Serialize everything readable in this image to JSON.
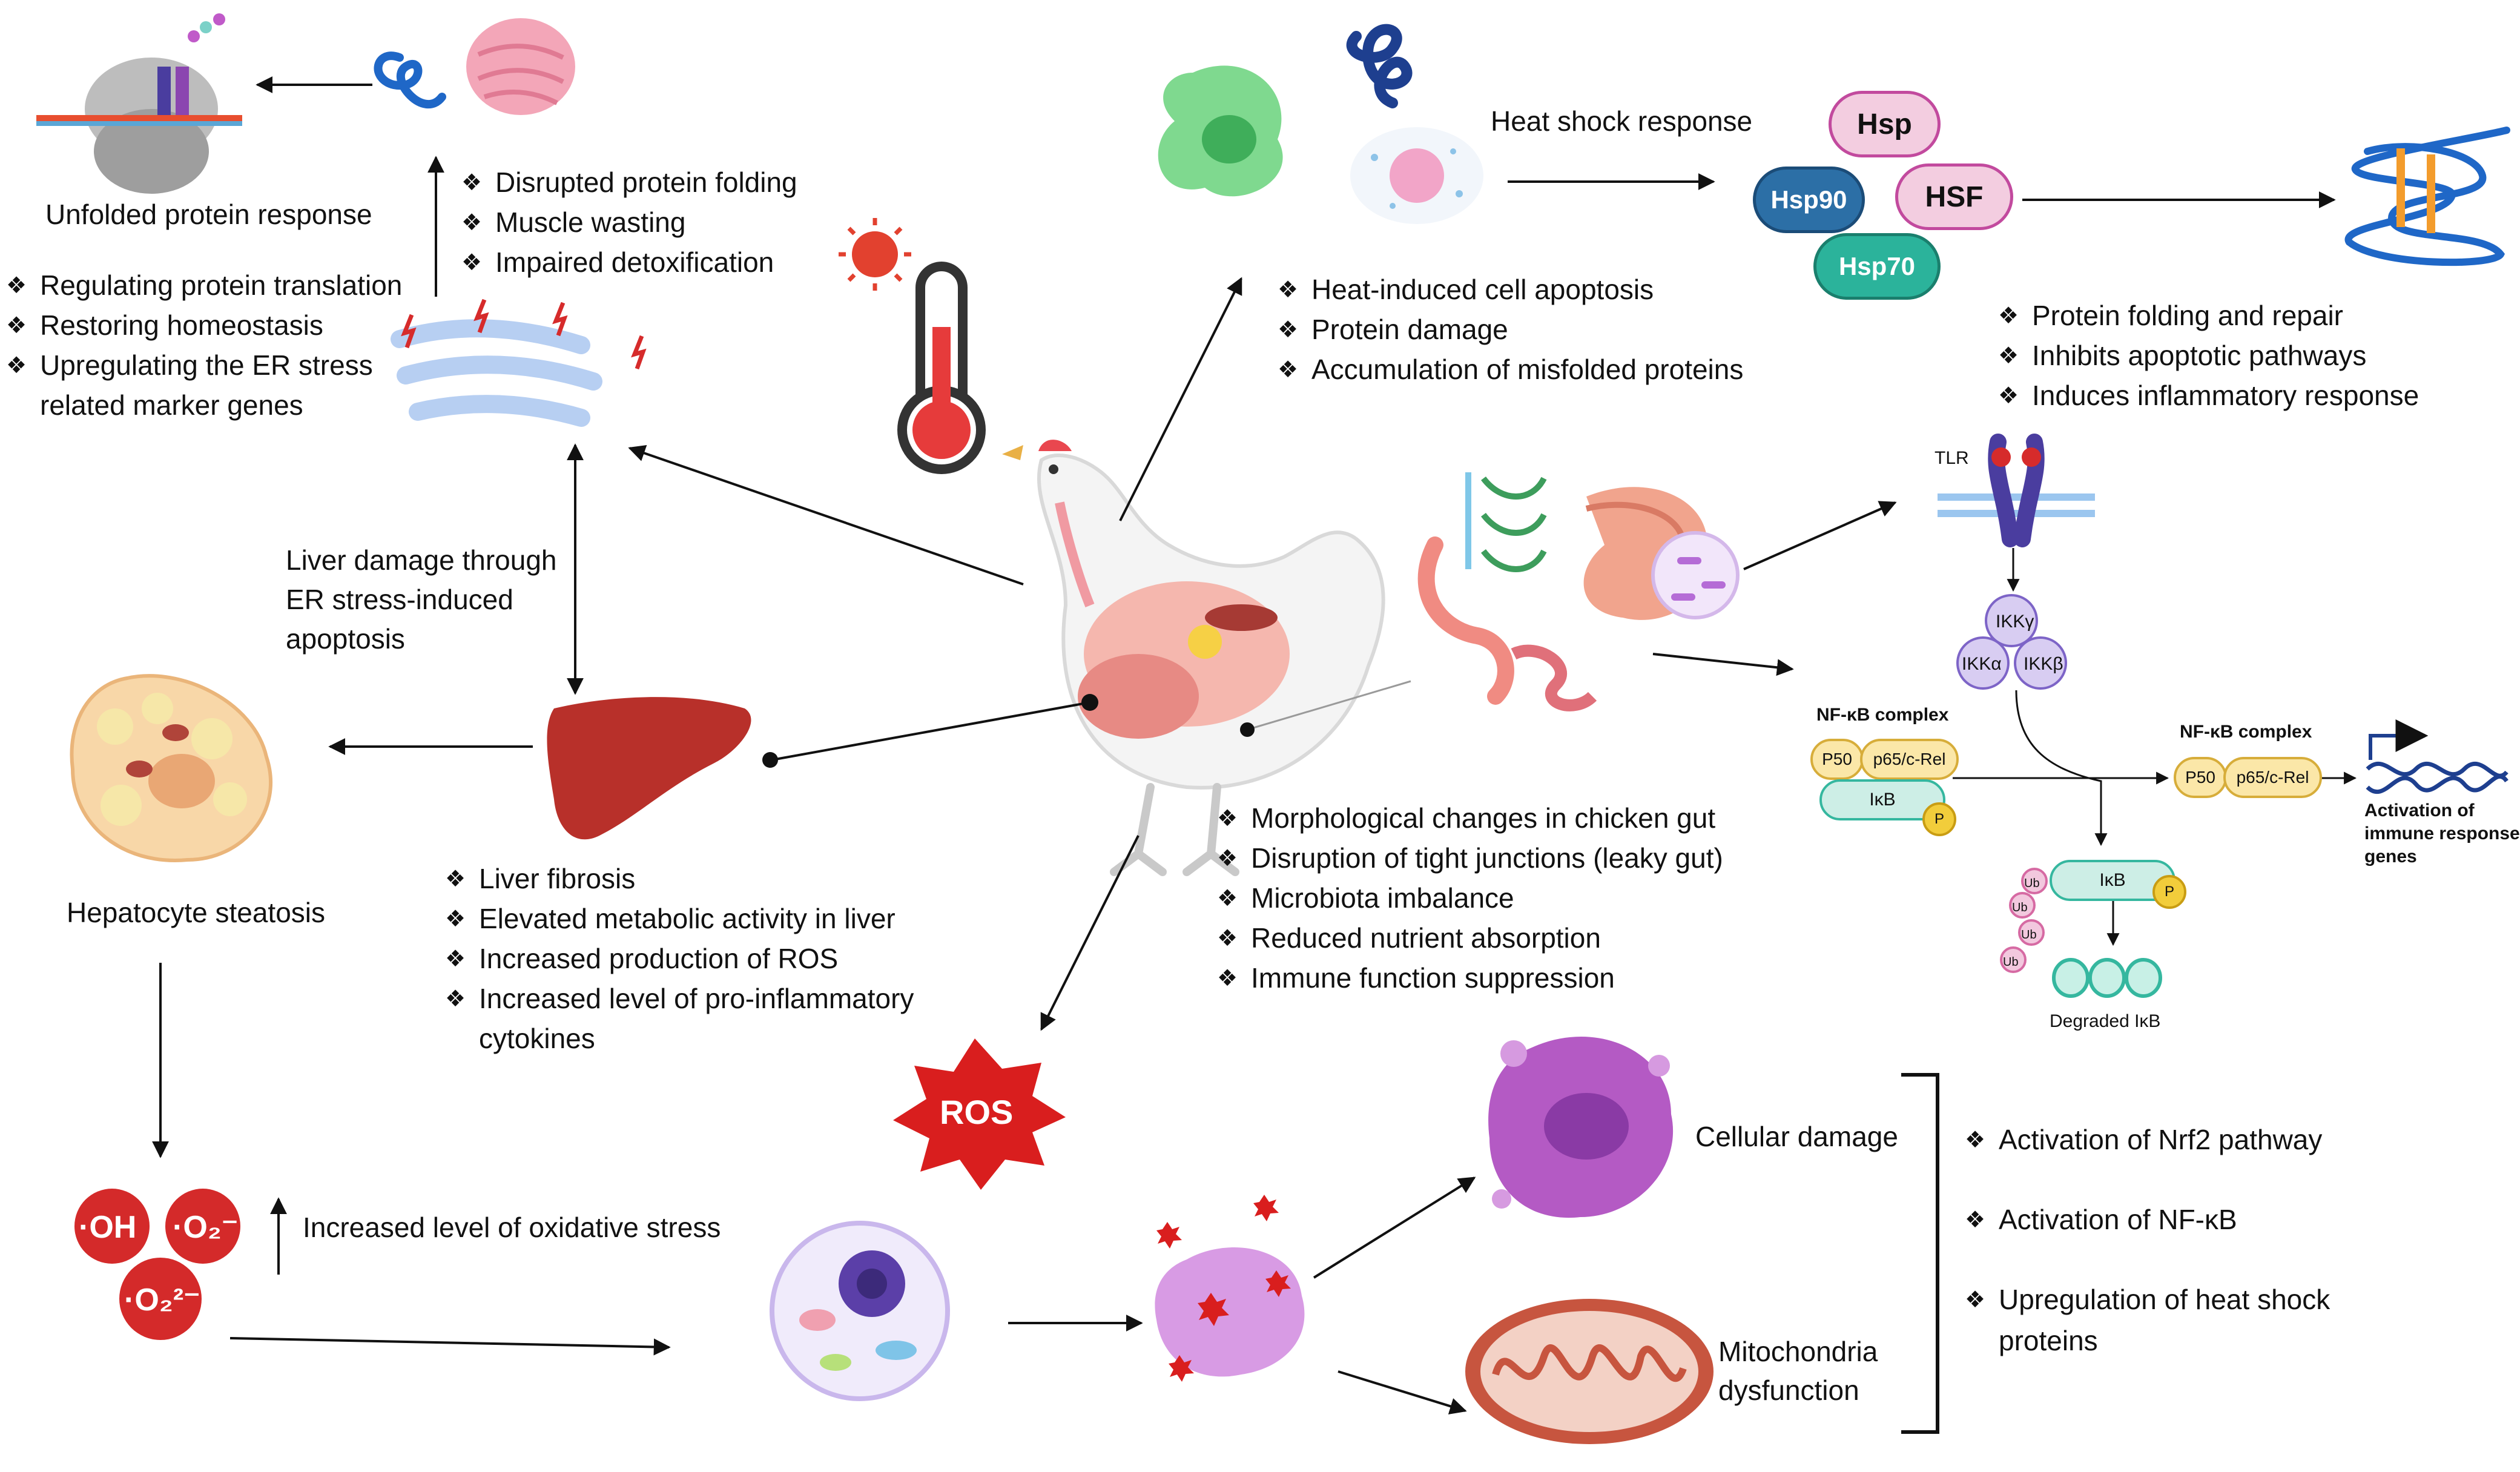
{
  "labels": {
    "unfolded_protein_response": "Unfolded protein response",
    "heat_shock_response": "Heat shock response",
    "liver_damage": [
      "Liver damage through",
      "ER stress-induced",
      "apoptosis"
    ],
    "hepatocyte_steatosis": "Hepatocyte steatosis",
    "oxidative_stress": "Increased level of oxidative stress",
    "ros": "ROS",
    "cellular_damage": "Cellular damage",
    "mito_dysfunction": [
      "Mitochondria",
      "dysfunction"
    ],
    "tlr": "TLR",
    "nfkb_complex": "NF-κB complex",
    "nfkb_complex2": "NF-κB complex",
    "p50": "P50",
    "p65": "p65/c-Rel",
    "ikb": "IκB",
    "p": "P",
    "ub": "Ub",
    "ikky": "IKKγ",
    "ikka": "IKKα",
    "ikkb": "IKKβ",
    "degraded_ikb": "Degraded IκB",
    "activation_genes": [
      "Activation of",
      "immune response",
      "genes"
    ],
    "oh": "·OH",
    "o2": "·O₂⁻",
    "o2b": "·O₂²⁻"
  },
  "hsp": {
    "hsp": "Hsp",
    "hsp90": "Hsp90",
    "hsf": "HSF",
    "hsp70": "Hsp70"
  },
  "lists": {
    "upr": [
      "Regulating protein translation",
      "Restoring homeostasis",
      "Upregulating the ER stress",
      "related marker genes"
    ],
    "er": [
      "Disrupted protein folding",
      "Muscle wasting",
      "Impaired detoxification"
    ],
    "heat": [
      "Heat-induced cell apoptosis",
      "Protein damage",
      "Accumulation of misfolded proteins"
    ],
    "hsp_effects": [
      "Protein folding and repair",
      "Inhibits apoptotic pathways",
      "Induces inflammatory response"
    ],
    "liver": [
      "Liver fibrosis",
      "Elevated metabolic activity in liver",
      "Increased production of ROS",
      "Increased level of pro-inflammatory",
      "cytokines"
    ],
    "gut": [
      "Morphological changes in chicken gut",
      "Disruption of tight junctions (leaky gut)",
      "Microbiota imbalance",
      "Reduced nutrient absorption",
      "Immune function suppression"
    ],
    "response": [
      "Activation of Nrf2 pathway",
      "Activation of NF-κB",
      "Upregulation of heat shock",
      "proteins"
    ]
  },
  "colors": {
    "liver": "#b8302a",
    "ros": "#d91e1e",
    "radical": "#d42a2a",
    "hsp_pill": "#f3cde0",
    "hsp90_pill": "#2c6fa6",
    "hsf_pill": "#c24a9e",
    "hsp70_pill": "#2bb39b",
    "cell": "#b45ac4",
    "mito": "#c7553f"
  }
}
